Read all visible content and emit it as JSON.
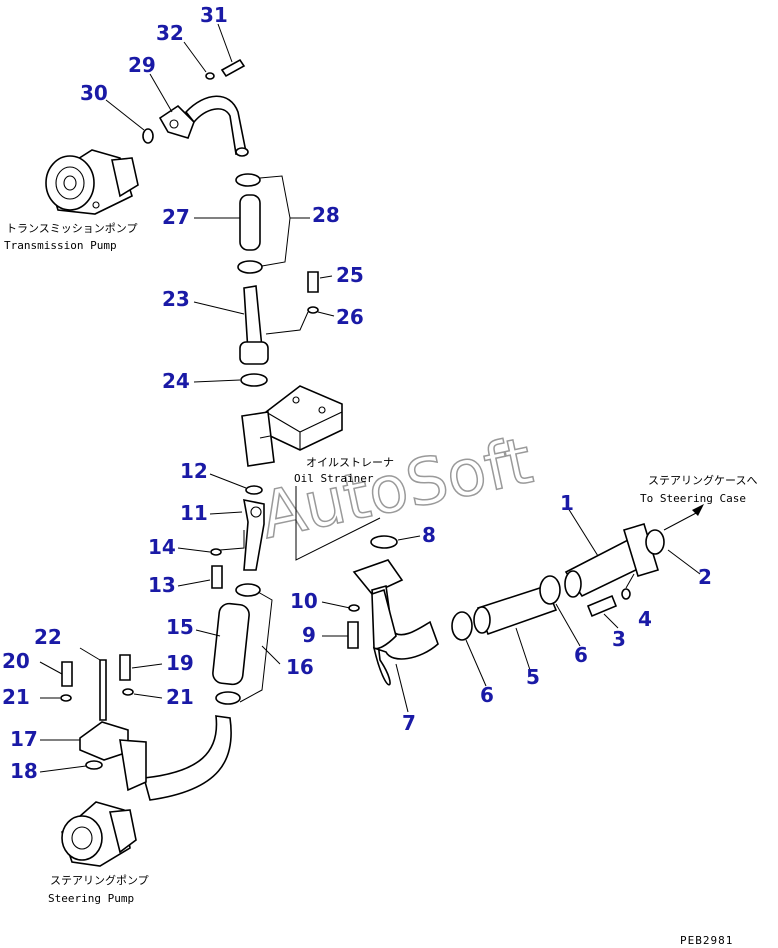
{
  "labels": {
    "transmission_pump_jp": "トランスミッションポンプ",
    "transmission_pump_en": "Transmission Pump",
    "steering_pump_jp": "ステアリングポンプ",
    "steering_pump_en": "Steering Pump",
    "oil_strainer_jp": "オイルストレーナ",
    "oil_strainer_en": "Oil Strainer",
    "steering_case_jp": "ステアリングケースへ",
    "steering_case_en": "To Steering Case",
    "drawing_code": "PEB2981",
    "watermark": "AutoSoft"
  },
  "callouts": [
    "1",
    "2",
    "3",
    "4",
    "5",
    "6",
    "6",
    "7",
    "8",
    "9",
    "10",
    "11",
    "12",
    "13",
    "14",
    "15",
    "16",
    "17",
    "18",
    "19",
    "20",
    "21",
    "21",
    "22",
    "23",
    "24",
    "25",
    "26",
    "27",
    "28",
    "29",
    "30",
    "31",
    "32"
  ],
  "colors": {
    "callout": "#1a1aa6",
    "line": "#000000",
    "watermark": "#9a9a9a"
  }
}
